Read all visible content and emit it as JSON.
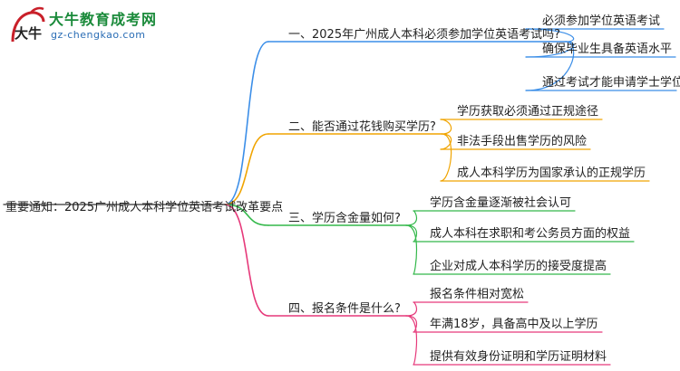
{
  "logo": {
    "title": "大牛教育成考网",
    "url": "gz-chengkao.com",
    "mark_text": "大牛"
  },
  "root": "重要通知：2025广州成人本科学位英语考试改革要点",
  "branches": [
    {
      "label": "一、2025年广州成人本科必须参加学位英语考试吗?",
      "color": "#3b8ee8",
      "leaves": [
        "必须参加学位英语考试",
        "确保毕业生具备英语水平",
        "通过考试才能申请学士学位证书"
      ]
    },
    {
      "label": "二、能否通过花钱购买学历?",
      "color": "#f0a400",
      "leaves": [
        "学历获取必须通过正规途径",
        "非法手段出售学历的风险",
        "成人本科学历为国家承认的正规学历"
      ]
    },
    {
      "label": "三、学历含金量如何?",
      "color": "#33b84a",
      "leaves": [
        "学历含金量逐渐被社会认可",
        "成人本科在求职和考公务员方面的权益",
        "企业对成人本科学历的接受度提高"
      ]
    },
    {
      "label": "四、报名条件是什么?",
      "color": "#e6397a",
      "leaves": [
        "报名条件相对宽松",
        "年满18岁，具备高中及以上学历",
        "提供有效身份证明和学历证明材料"
      ]
    }
  ]
}
